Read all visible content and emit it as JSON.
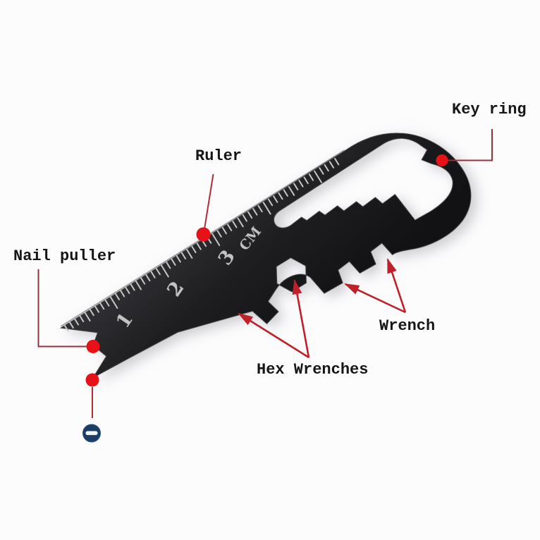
{
  "labels": {
    "key_ring": "Key ring",
    "ruler": "Ruler",
    "nail_puller": "Nail puller",
    "wrench": "Wrench",
    "hex_wrenches": "Hex Wrenches"
  },
  "ruler": {
    "marks": [
      "1",
      "2",
      "3"
    ],
    "unit_label": "CM"
  },
  "icons": {
    "flathead_screwdriver_icon": "circle-with-horizontal-slot"
  },
  "colors": {
    "background": "#fcfcfd",
    "tool_black": "#1c1c1f",
    "marker_dot_red": "#e71117",
    "arrow_red": "#bf2029",
    "connector_dark_red": "#93333c",
    "icon_navy": "#1d3c63",
    "ruler_marking_gray": "#c3c3c3",
    "label_text": "#161616"
  }
}
